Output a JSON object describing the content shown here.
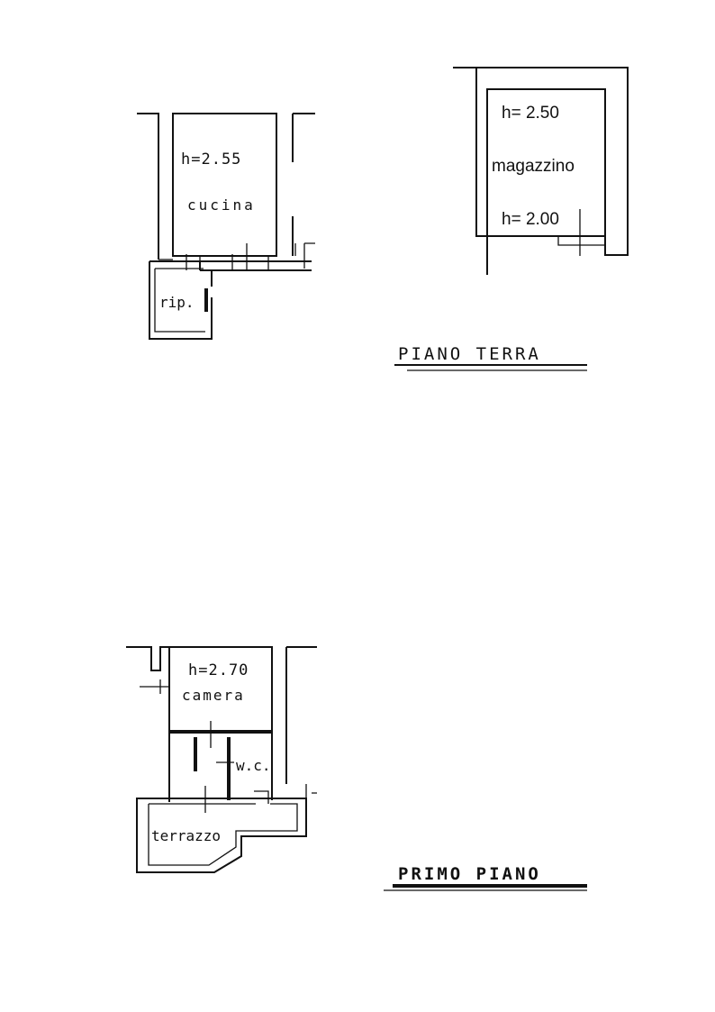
{
  "ground_floor": {
    "title": "PIANO  TERRA",
    "kitchen": {
      "height": "h=2.55",
      "name": "cucina"
    },
    "storage_closet": {
      "name": "rip."
    },
    "warehouse": {
      "height_top": "h= 2.50",
      "name": "magazzino",
      "height_bottom": "h= 2.00"
    }
  },
  "first_floor": {
    "title": "PRIMO  PIANO",
    "bedroom": {
      "height": "h=2.70",
      "name": "camera"
    },
    "bathroom": {
      "name": "w.c."
    },
    "terrace": {
      "name": "terrazzo"
    }
  },
  "colors": {
    "ink": "#111111",
    "paper": "#ffffff"
  }
}
